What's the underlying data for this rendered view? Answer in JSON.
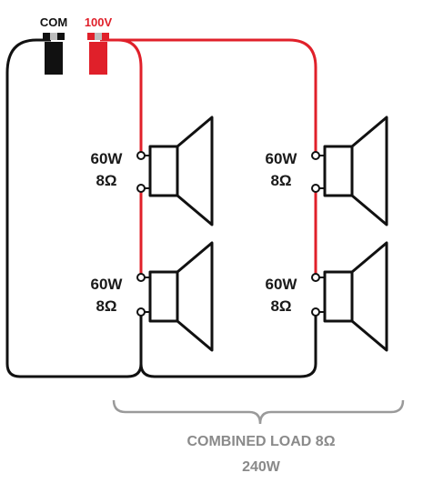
{
  "terminals": {
    "com_label": "COM",
    "v100_label": "100V"
  },
  "speakers": [
    {
      "power": "60W",
      "impedance": "8Ω"
    },
    {
      "power": "60W",
      "impedance": "8Ω"
    },
    {
      "power": "60W",
      "impedance": "8Ω"
    },
    {
      "power": "60W",
      "impedance": "8Ω"
    }
  ],
  "summary": {
    "load_label": "COMBINED LOAD 8Ω",
    "power_label": "240W"
  },
  "colors": {
    "com_wire": "#111111",
    "hot_wire": "#e0202a",
    "bracket": "#9a9a9a",
    "speaker_stroke": "#111111"
  },
  "icons": {
    "speaker": "loudspeaker-icon",
    "com_terminal": "black-terminal-icon",
    "hot_terminal": "red-terminal-icon"
  }
}
